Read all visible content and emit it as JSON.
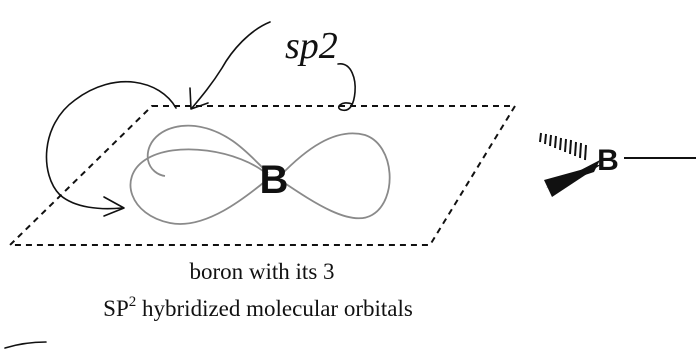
{
  "diagram": {
    "handwritten_label": "sp2",
    "center_atom": "B",
    "side_atom": "B",
    "caption_line1": "boron with its 3",
    "caption_line2_prefix": "SP",
    "caption_line2_superscript": "2",
    "caption_line2_suffix": " hybridized molecular orbitals"
  }
}
